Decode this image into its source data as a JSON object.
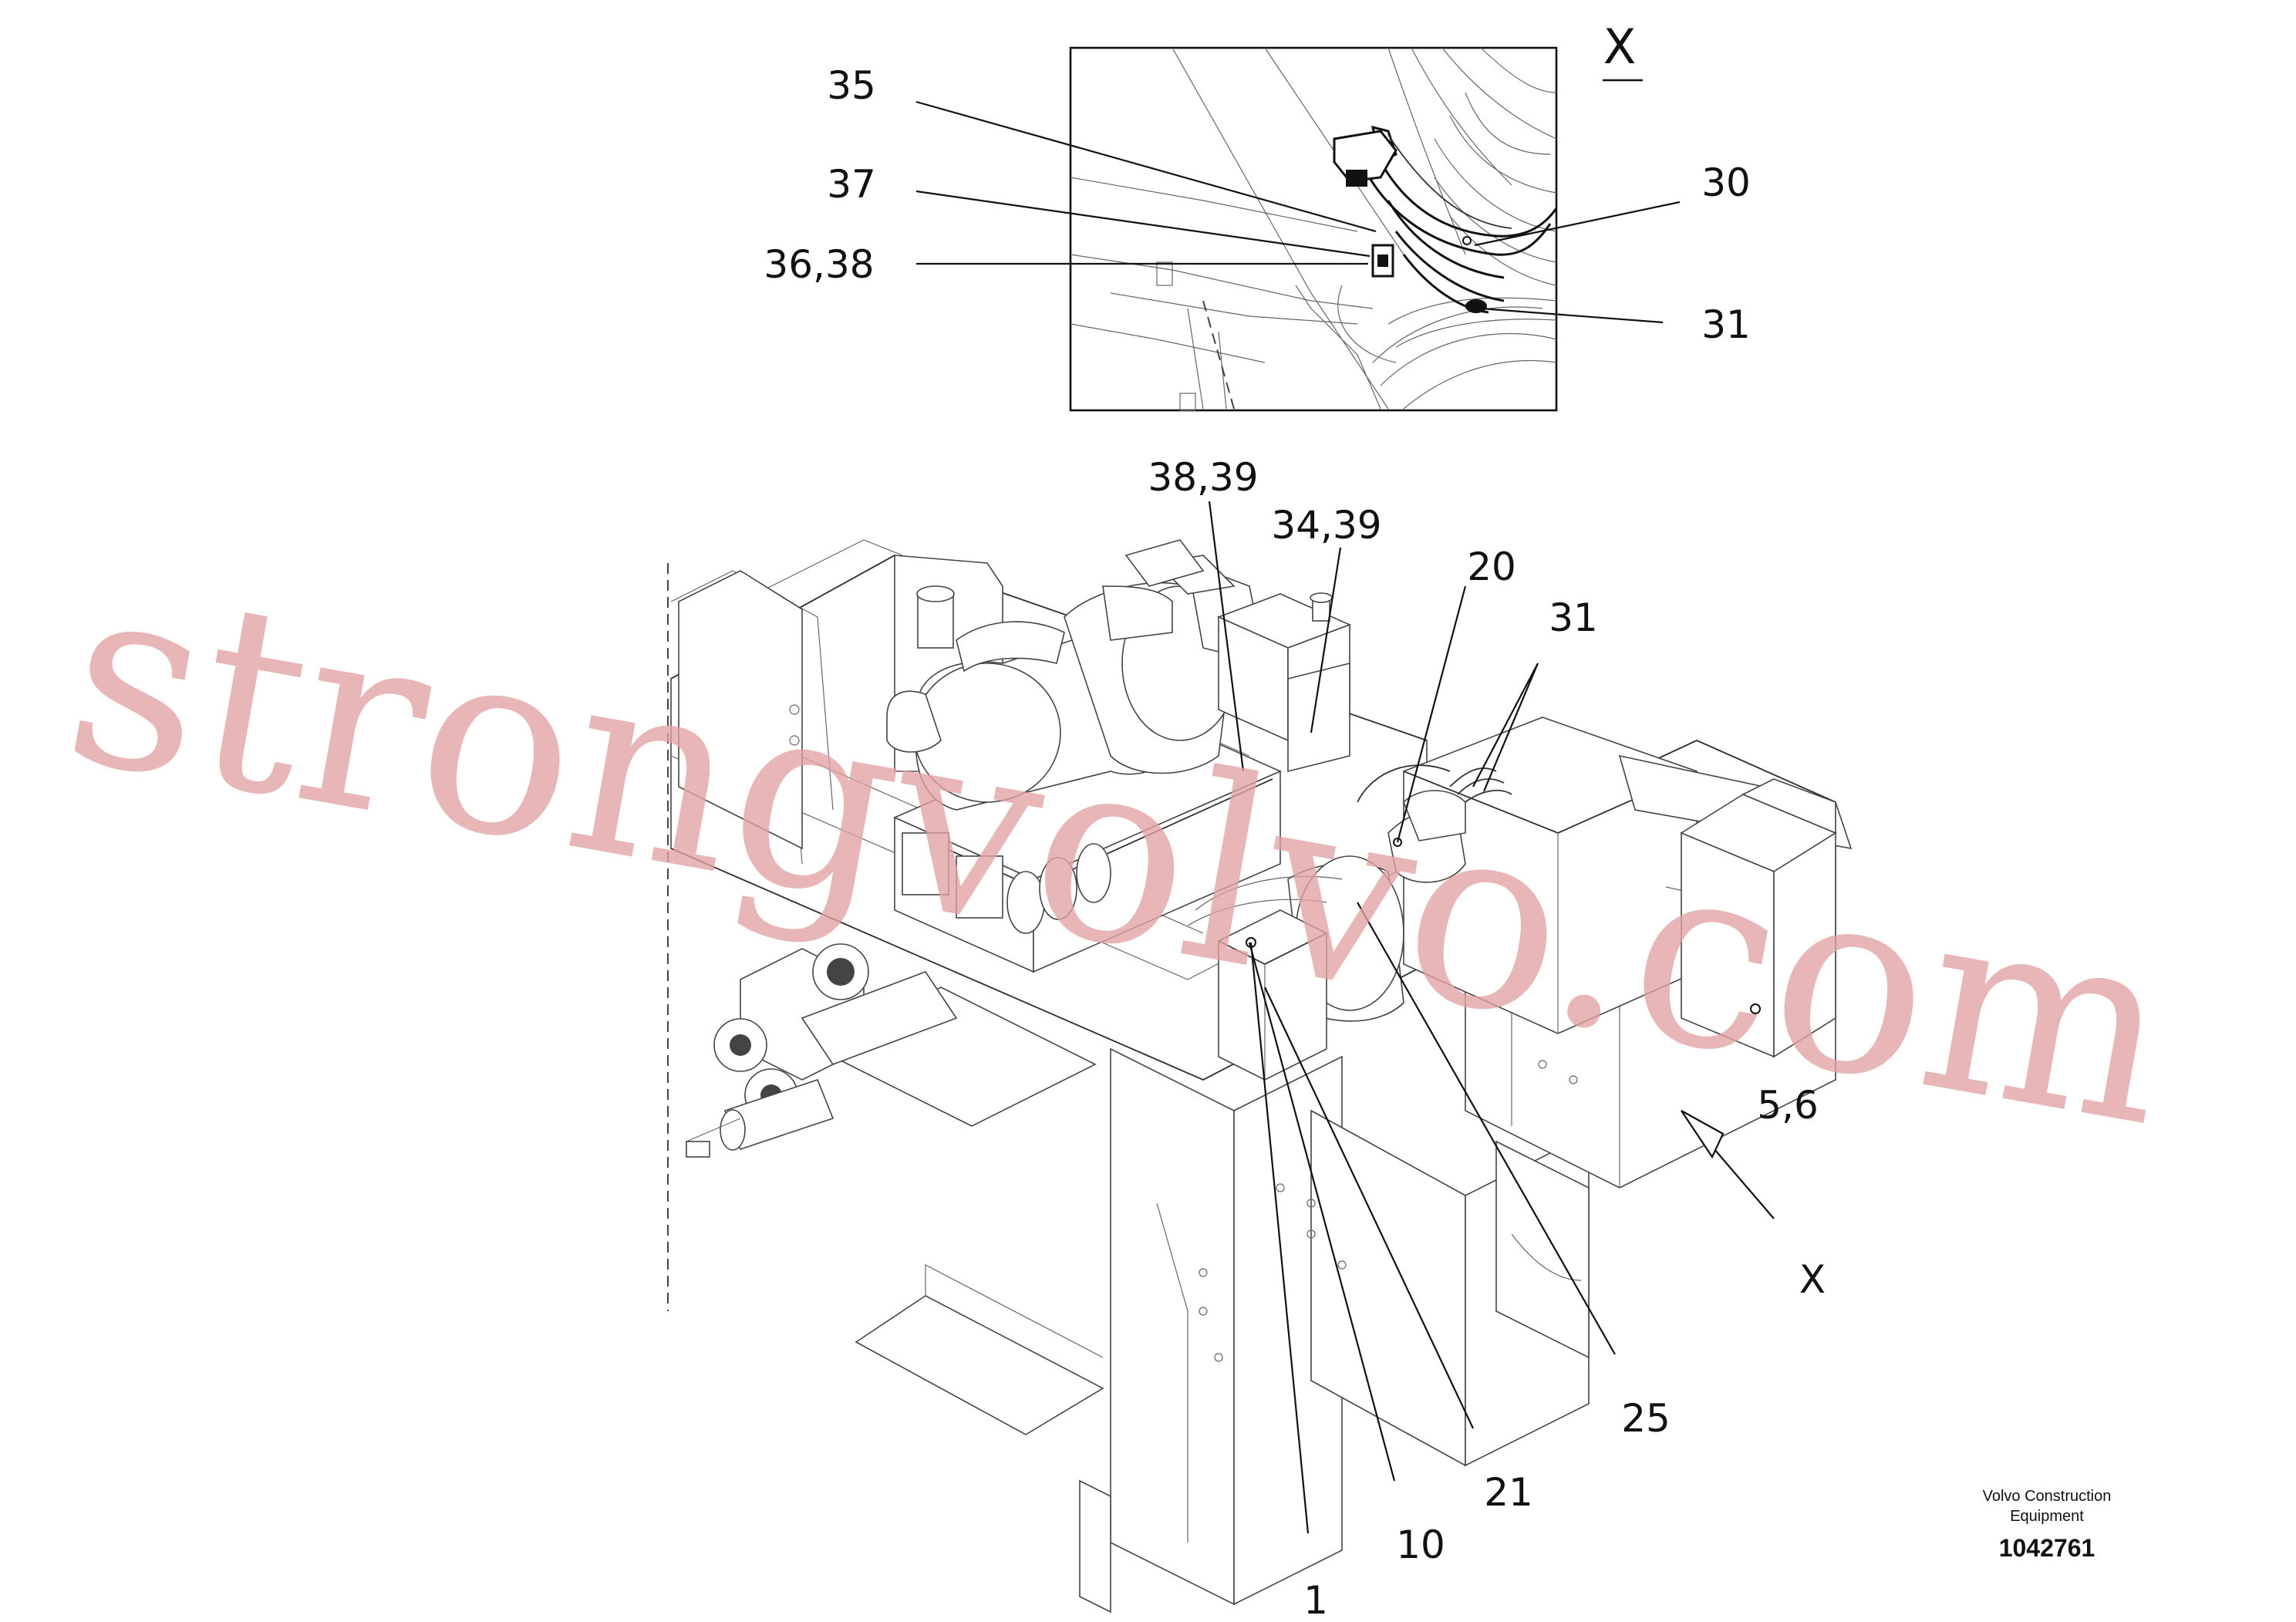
{
  "detail_view": {
    "label": "X"
  },
  "callouts_detail": [
    {
      "id": "c35",
      "label": "35"
    },
    {
      "id": "c37",
      "label": "37"
    },
    {
      "id": "c36-38",
      "label": "36,38"
    },
    {
      "id": "c30",
      "label": "30"
    },
    {
      "id": "c31-detail",
      "label": "31"
    }
  ],
  "callouts_main": [
    {
      "id": "c38-39",
      "label": "38,39"
    },
    {
      "id": "c34-39",
      "label": "34,39"
    },
    {
      "id": "c20",
      "label": "20"
    },
    {
      "id": "c31-main",
      "label": "31"
    },
    {
      "id": "c5-6",
      "label": "5,6"
    },
    {
      "id": "cX",
      "label": "X"
    },
    {
      "id": "c25",
      "label": "25"
    },
    {
      "id": "c21",
      "label": "21"
    },
    {
      "id": "c10",
      "label": "10"
    },
    {
      "id": "c1",
      "label": "1"
    }
  ],
  "watermark": {
    "text": "strongvolvo.com",
    "color": "#e2a2a2"
  },
  "title_block": {
    "brand_line1": "Volvo Construction",
    "brand_line2": "Equipment",
    "doc_number": "1042761"
  }
}
